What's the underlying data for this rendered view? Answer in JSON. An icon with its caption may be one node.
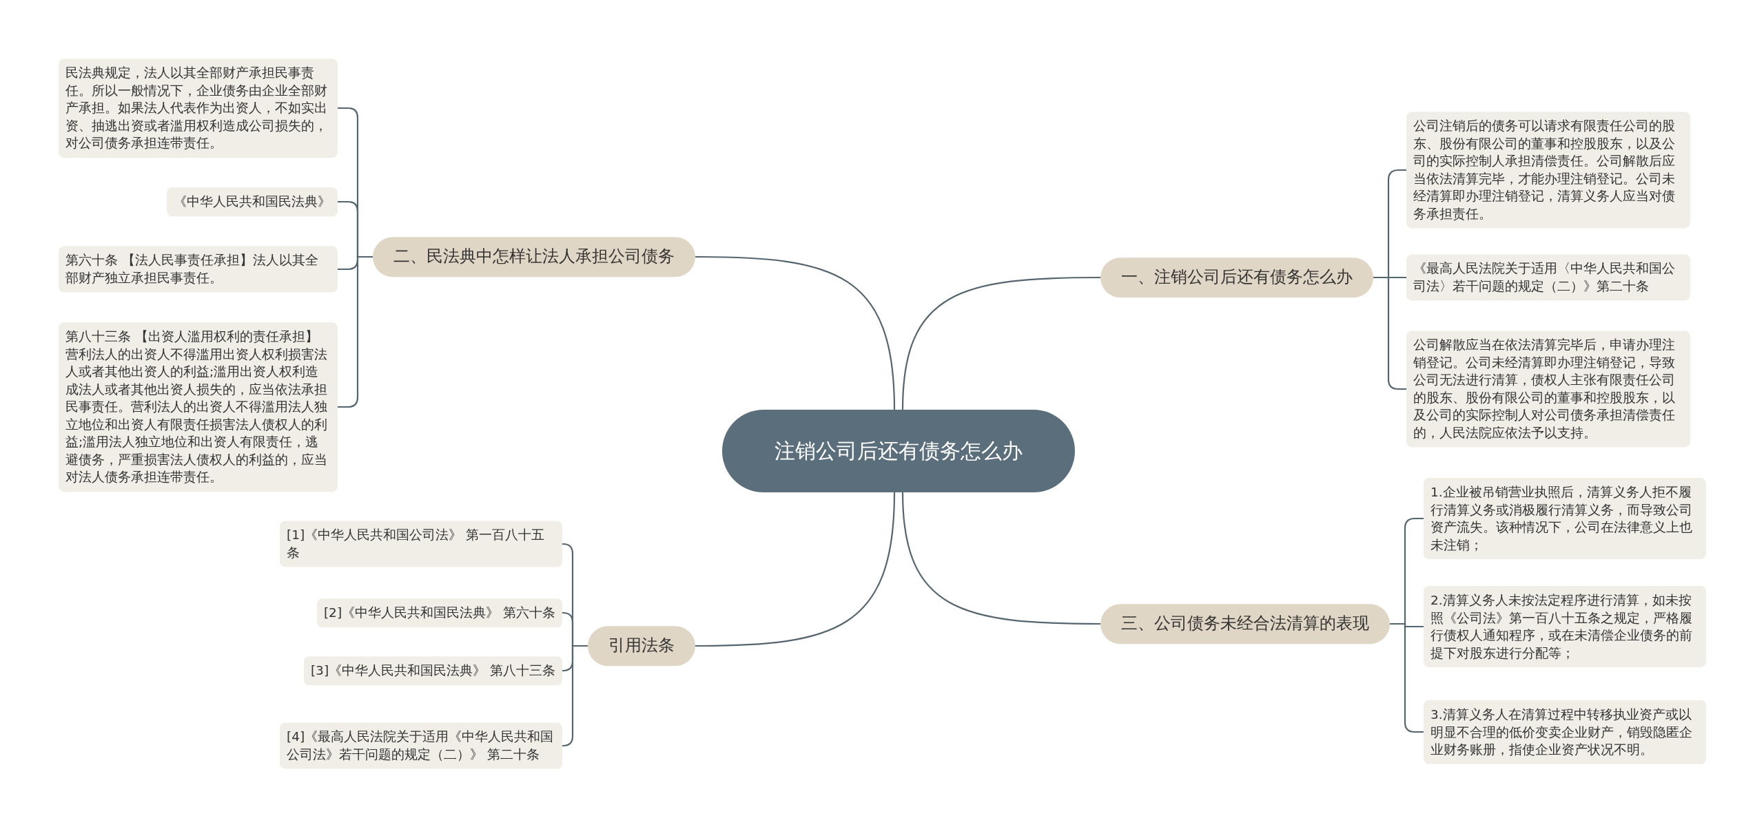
{
  "diagram": {
    "nodes": [
      {
        "text": [
          "注销公司后还有债务怎么办"
        ]
      },
      {
        "text": [
          "一、注销公司后还有债务怎么办"
        ]
      },
      {
        "text": [
          "公司注销后的债务可以请求有限责任公司的股东、股份有限公司的董事和控股股东，以及公司的实际控制人承担清偿责任。公司解散后应当依法清算完毕，才能办理注销登记。公司未经清算即办理注销登记，清算义务人应当对债务承担责任。"
        ]
      },
      {
        "text": [
          "《最高人民法院关于适用〈中华人民共和国公司法〉若干问题的规定（二）》第二十条"
        ]
      },
      {
        "text": [
          "公司解散应当在依法清算完毕后，申请办理注销登记。公司未经清算即办理注销登记，导致公司无法进行清算，债权人主张有限责任公司的股东、股份有限公司的董事和控股股东，以及公司的实际控制人对公司债务承担清偿责任的，人民法院应依法予以支持。"
        ]
      },
      {
        "text": [
          "二、民法典中怎样让法人承担公司债务"
        ]
      },
      {
        "text": [
          "民法典规定，法人以其全部财产承担民事责任。所以一般情况下，企业债务由企业全部财产承担。如果法人代表作为出资人，不如实出资、抽逃出资或者滥用权利造成公司损失的，对公司债务承担连带责任。"
        ]
      },
      {
        "text": [
          "《中华人民共和国民法典》"
        ]
      },
      {
        "text": [
          "第六十条 【法人民事责任承担】法人以其全部财产独立承担民事责任。"
        ]
      },
      {
        "text": [
          "第八十三条 【出资人滥用权利的责任承担】营利法人的出资人不得滥用出资人权利损害法人或者其他出资人的利益;滥用出资人权利造成法人或者其他出资人损失的，应当依法承担民事责任。营利法人的出资人不得滥用法人独立地位和出资人有限责任损害法人债权人的利益;滥用法人独立地位和出资人有限责任，逃避债务，严重损害法人债权人的利益的，应当对法人债务承担连带责任。"
        ]
      },
      {
        "text": [
          "三、公司债务未经合法清算的表现"
        ]
      },
      {
        "text": [
          "1.企业被吊销营业执照后，清算义务人拒不履行清算义务或消极履行清算义务，而导致公司资产流失。该种情况下，公司在法律意义上也未注销；"
        ]
      },
      {
        "text": [
          "2.清算义务人未按法定程序进行清算，如未按照《公司法》第一百八十五条之规定，严格履行债权人通知程序，或在未清偿企业债务的前提下对股东进行分配等；"
        ]
      },
      {
        "text": [
          "3.清算义务人在清算过程中转移执业资产或以明显不合理的低价变卖企业财产，销毁隐匿企业财务账册，指使企业资产状况不明。"
        ]
      },
      {
        "text": [
          "引用法条"
        ]
      },
      {
        "text": [
          "[1]《中华人民共和国公司法》 第一百八十五条"
        ]
      },
      {
        "text": [
          "[2]《中华人民共和国民法典》 第六十条"
        ]
      },
      {
        "text": [
          "[3]《中华人民共和国民法典》 第八十三条"
        ]
      },
      {
        "text": [
          "[4]《最高人民法院关于适用《中华人民共和国公司法》若干问题的规定（二）》 第二十条"
        ]
      }
    ],
    "edges": [
      {
        "from": 0,
        "to": 1,
        "arrow": "none"
      },
      {
        "from": 1,
        "to": 2,
        "arrow": "none"
      },
      {
        "from": 1,
        "to": 3,
        "arrow": "none"
      },
      {
        "from": 1,
        "to": 4,
        "arrow": "none"
      },
      {
        "from": 0,
        "to": 5,
        "arrow": "none"
      },
      {
        "from": 5,
        "to": 6,
        "arrow": "none"
      },
      {
        "from": 5,
        "to": 7,
        "arrow": "none"
      },
      {
        "from": 5,
        "to": 8,
        "arrow": "none"
      },
      {
        "from": 5,
        "to": 9,
        "arrow": "none"
      },
      {
        "from": 0,
        "to": 10,
        "arrow": "none"
      },
      {
        "from": 10,
        "to": 11,
        "arrow": "none"
      },
      {
        "from": 10,
        "to": 12,
        "arrow": "none"
      },
      {
        "from": 10,
        "to": 13,
        "arrow": "none"
      },
      {
        "from": 0,
        "to": 14,
        "arrow": "none"
      },
      {
        "from": 14,
        "to": 15,
        "arrow": "none"
      },
      {
        "from": 14,
        "to": 16,
        "arrow": "none"
      },
      {
        "from": 14,
        "to": 17,
        "arrow": "none"
      },
      {
        "from": 14,
        "to": 18,
        "arrow": "none"
      }
    ]
  }
}
